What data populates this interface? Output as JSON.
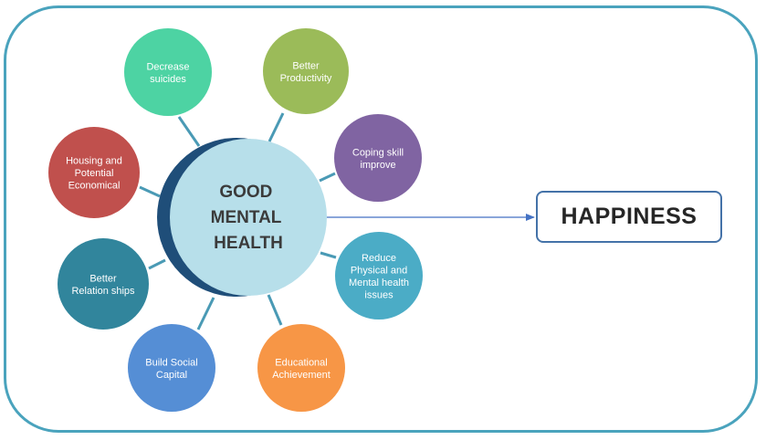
{
  "center": {
    "lines": [
      "GOOD",
      "MENTAL",
      "HEALTH"
    ],
    "color": "#b7dfea",
    "crescent_color": "#1f4e79"
  },
  "outcome": {
    "label": "HAPPINESS",
    "border_color": "#4472a8"
  },
  "frame_color": "#4aa3bd",
  "connector_color": "#4a9ab5",
  "arrow_color": "#4472c4",
  "nodes": [
    {
      "id": "decrease-suicides",
      "lines": [
        "Decrease",
        "suicides"
      ],
      "color": "#4dd3a3"
    },
    {
      "id": "better-productivity",
      "lines": [
        "Better",
        "Productivity"
      ],
      "color": "#9bbb59"
    },
    {
      "id": "coping-skill-improve",
      "lines": [
        "Coping skill",
        "improve"
      ],
      "color": "#8064a2"
    },
    {
      "id": "reduce-physical-mental-health-issues",
      "lines": [
        "Reduce",
        "Physical and",
        "Mental health",
        "issues"
      ],
      "color": "#4bacc6"
    },
    {
      "id": "educational-achievement",
      "lines": [
        "Educational",
        "Achievement"
      ],
      "color": "#f79646"
    },
    {
      "id": "build-social-capital",
      "lines": [
        "Build Social",
        "Capital"
      ],
      "color": "#558ed5"
    },
    {
      "id": "better-relationships",
      "lines": [
        "Better",
        "Relation ships"
      ],
      "color": "#31859c"
    },
    {
      "id": "housing-potential-economical",
      "lines": [
        "Housing and",
        "Potential",
        "Economical"
      ],
      "color": "#c0504d"
    }
  ]
}
